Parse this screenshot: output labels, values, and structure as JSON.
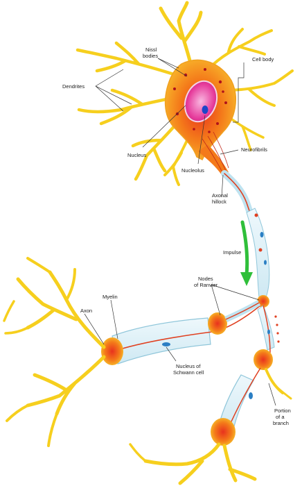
{
  "colors": {
    "dendrite": "#f6cf1e",
    "dendrite_edge": "#f0b400",
    "cell_body": "#f47a1a",
    "cell_body_core": "#e8321e",
    "nucleus": "#e63c9c",
    "nucleolus": "#1d46c8",
    "myelin_fill": "#dff1f7",
    "myelin_edge": "#8fc6da",
    "axon": "#e04020",
    "impulse": "#2fbf3a",
    "leader": "#333333"
  },
  "labels": {
    "nissl_bodies_1": "Nissl",
    "nissl_bodies_2": "bodies",
    "cell_body": "Cell body",
    "dendrites": "Dendrites",
    "nucleus": "Nucleus",
    "nucleolus": "Nucleolus",
    "neurofibrils": "Neurofibrils",
    "axonal_hillock_1": "Axonal",
    "axonal_hillock_2": "hillock",
    "impulse": "Impulse",
    "nodes_of_ranvier_1": "Nodes",
    "nodes_of_ranvier_2": "of Ranvier",
    "axon": "Axon",
    "myelin": "Myelin",
    "nucleus_schwann_1": "Nucleus of",
    "nucleus_schwann_2": "Schwann cell",
    "portion_branch_1": "Portion",
    "portion_branch_2": "of a",
    "portion_branch_3": "branch"
  },
  "icons": [
    "impulse-arrow-icon"
  ]
}
